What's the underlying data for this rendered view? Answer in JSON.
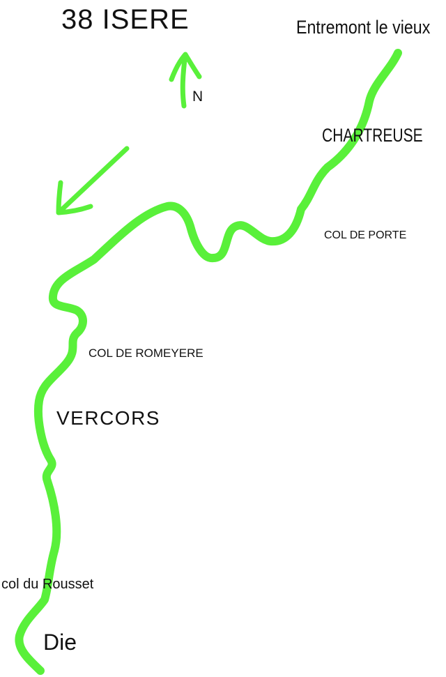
{
  "map": {
    "department_label": "38 ISERE",
    "north_label": "N",
    "route_color": "#59f03a",
    "text_color": "#111111",
    "labels": {
      "start": "Entremont le vieux",
      "chartreuse": "CHARTREUSE",
      "col_de_porte": "COL DE PORTE",
      "col_de_romeyere": "COL DE ROMEYERE",
      "vercors": "VERCORS",
      "col_du_rousset": "col du Rousset",
      "end": "Die"
    },
    "icons": [
      "north-arrow-icon",
      "direction-arrow-icon"
    ]
  }
}
